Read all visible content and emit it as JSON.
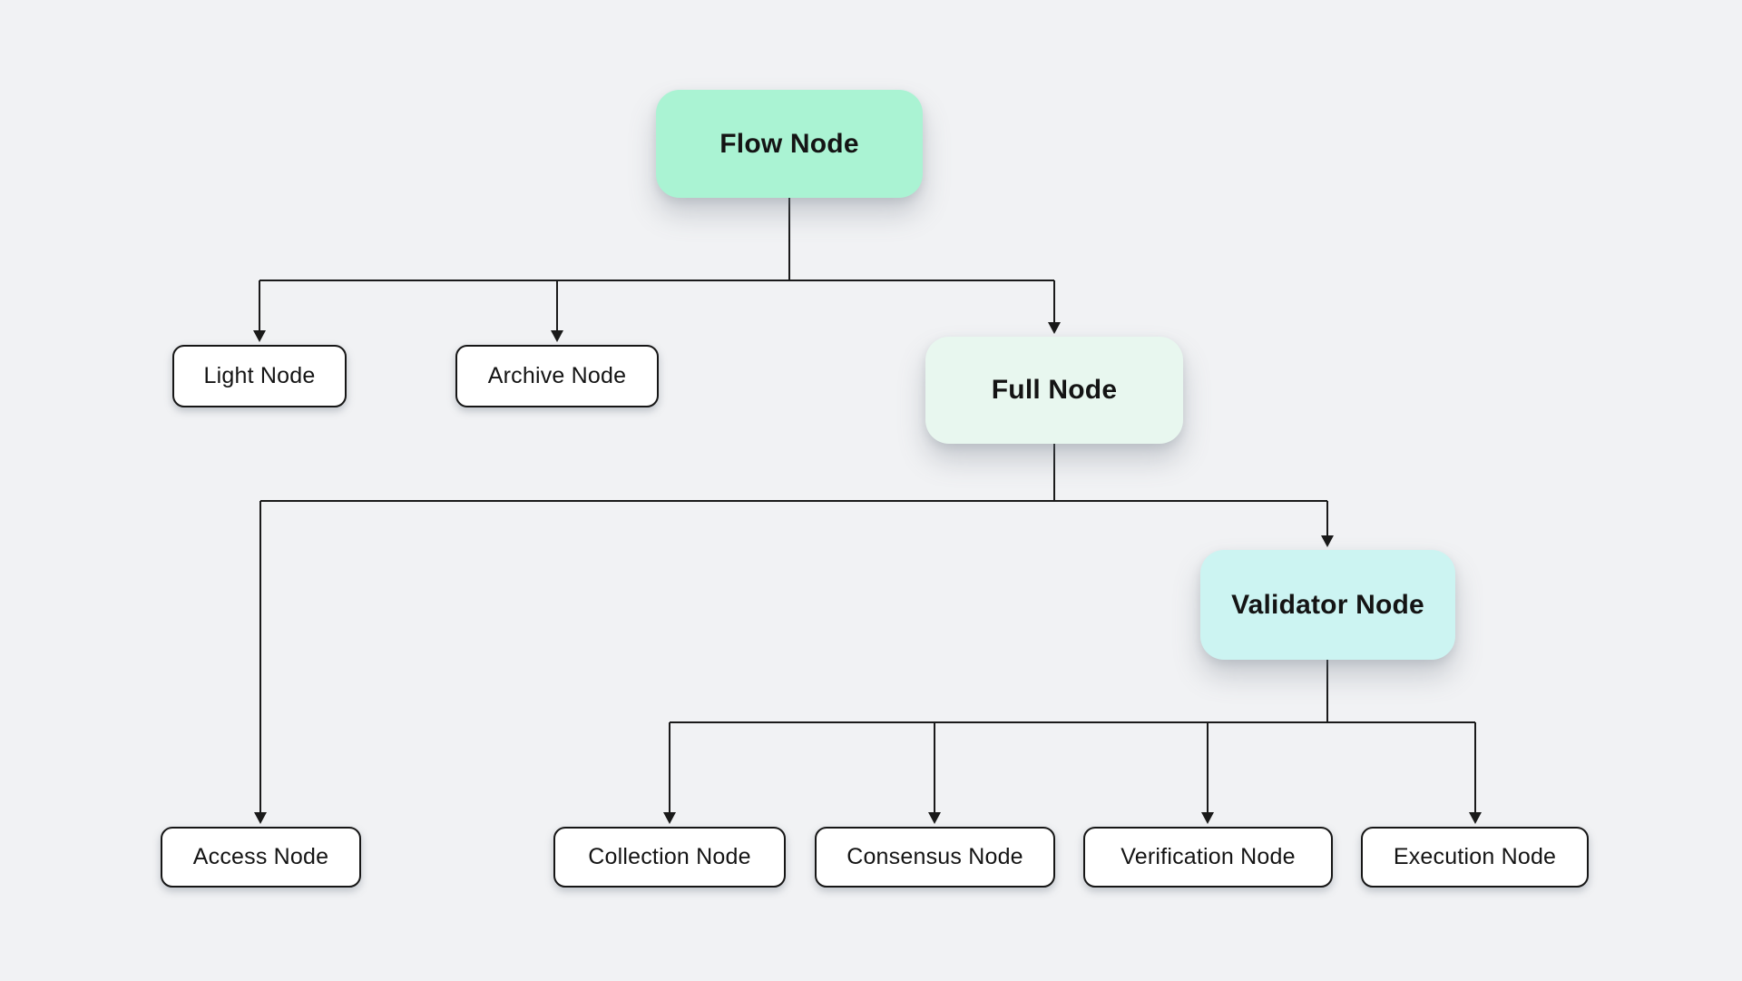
{
  "diagram": {
    "background_color": "#f1f2f4",
    "connector": {
      "color": "#1a1a1a",
      "width": "2",
      "arrow_style": "filled-triangle"
    },
    "nodes": {
      "flow": {
        "label": "Flow Node",
        "fill": "#aaf3d3"
      },
      "light": {
        "label": "Light Node",
        "fill": "#ffffff"
      },
      "archive": {
        "label": "Archive Node",
        "fill": "#ffffff"
      },
      "full": {
        "label": "Full Node",
        "fill": "#e8f7ef"
      },
      "validator": {
        "label": "Validator Node",
        "fill": "#ccf4f2"
      },
      "access": {
        "label": "Access Node",
        "fill": "#ffffff"
      },
      "collection": {
        "label": "Collection Node",
        "fill": "#ffffff"
      },
      "consensus": {
        "label": "Consensus Node",
        "fill": "#ffffff"
      },
      "verification": {
        "label": "Verification Node",
        "fill": "#ffffff"
      },
      "execution": {
        "label": "Execution Node",
        "fill": "#ffffff"
      }
    },
    "edges": [
      {
        "from": "Flow Node",
        "to": "Light Node"
      },
      {
        "from": "Flow Node",
        "to": "Archive Node"
      },
      {
        "from": "Flow Node",
        "to": "Full Node"
      },
      {
        "from": "Full Node",
        "to": "Access Node"
      },
      {
        "from": "Full Node",
        "to": "Validator Node"
      },
      {
        "from": "Validator Node",
        "to": "Collection Node"
      },
      {
        "from": "Validator Node",
        "to": "Consensus Node"
      },
      {
        "from": "Validator Node",
        "to": "Verification Node"
      },
      {
        "from": "Validator Node",
        "to": "Execution Node"
      }
    ]
  }
}
